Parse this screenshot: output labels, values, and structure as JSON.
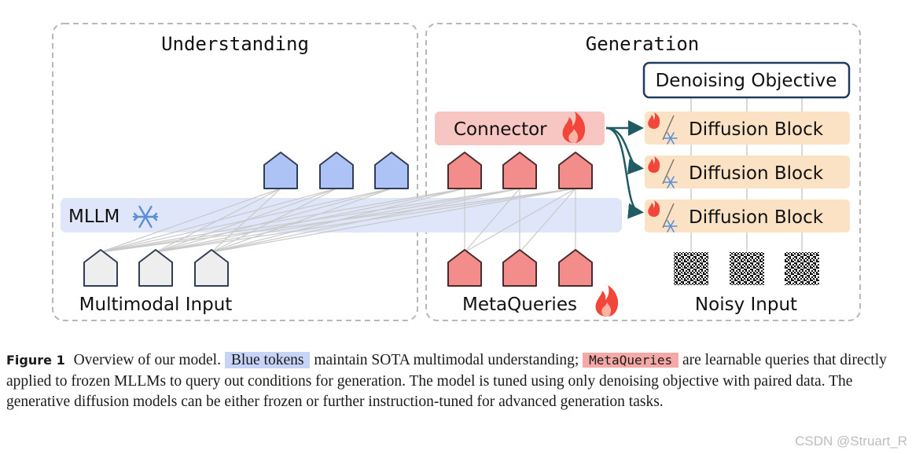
{
  "panels": {
    "understanding_title": "Understanding",
    "generation_title": "Generation"
  },
  "labels": {
    "mllm": "MLLM",
    "multimodal_input": "Multimodal Input",
    "metaqueries": "MetaQueries",
    "connector": "Connector",
    "denoising_objective": "Denoising Objective",
    "diffusion_block": "Diffusion Block",
    "noisy_input": "Noisy Input"
  },
  "colors": {
    "blue_token": "#aec3f5",
    "red_token": "#f38d8c",
    "gray_token": "#eeeeee",
    "mllm_band": "#dfe6f9",
    "connector_fill": "#f7c5c2",
    "diffusion_fill": "#fbe2c4",
    "arrow_teal": "#1f5b63",
    "denoise_border": "#1e3a5f"
  },
  "caption": {
    "figure_label": "Figure 1",
    "part1": "Overview of our model.",
    "blue_tokens": "Blue tokens",
    "part2": "maintain SOTA multimodal understanding;",
    "metaqueries_code": "MetaQueries",
    "part3": "are learnable queries that directly applied to frozen MLLMs to query out conditions for generation. The model is tuned using only denoising objective with paired data. The generative diffusion models can be either frozen or further instruction-tuned for advanced generation tasks."
  },
  "watermark": "CSDN @Struart_R"
}
